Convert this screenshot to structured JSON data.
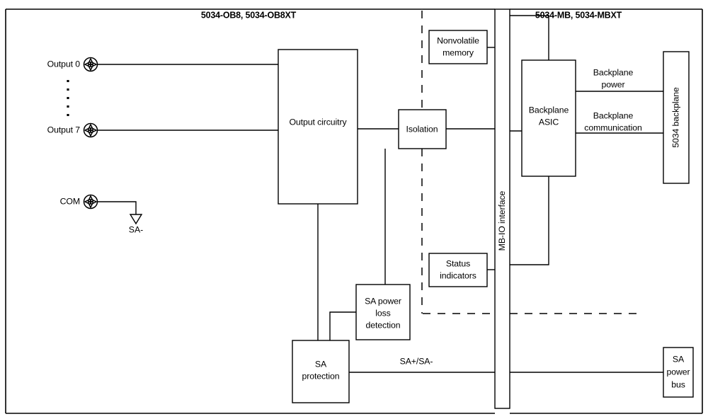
{
  "diagram": {
    "title_left": "5034-OB8, 5034-OB8XT",
    "title_right": "5034-MB, 5034-MBXT",
    "terminals": [
      {
        "label": "Output 0"
      },
      {
        "label": "Output 7"
      },
      {
        "label": "COM"
      }
    ],
    "ground_label": "SA-",
    "boxes": {
      "output_circuitry": "Output circuitry",
      "isolation": "Isolation",
      "nonvolatile_memory_line1": "Nonvolatile",
      "nonvolatile_memory_line2": "memory",
      "status_indicators_line1": "Status",
      "status_indicators_line2": "indicators",
      "sa_power_loss_line1": "SA power",
      "sa_power_loss_line2": "loss",
      "sa_power_loss_line3": "detection",
      "sa_protection_line1": "SA",
      "sa_protection_line2": "protection",
      "mb_io_interface": "MB-IO interface",
      "backplane_asic_line1": "Backplane",
      "backplane_asic_line2": "ASIC",
      "backplane_5034": "5034 backplane",
      "sa_power_bus_line1": "SA",
      "sa_power_bus_line2": "power",
      "sa_power_bus_line3": "bus"
    },
    "wire_labels": {
      "backplane_power_line1": "Backplane",
      "backplane_power_line2": "power",
      "backplane_comm_line1": "Backplane",
      "backplane_comm_line2": "communication",
      "sa_plus_minus": "SA+/SA-"
    },
    "colors": {
      "stroke": "#000000",
      "fill": "#ffffff"
    }
  }
}
